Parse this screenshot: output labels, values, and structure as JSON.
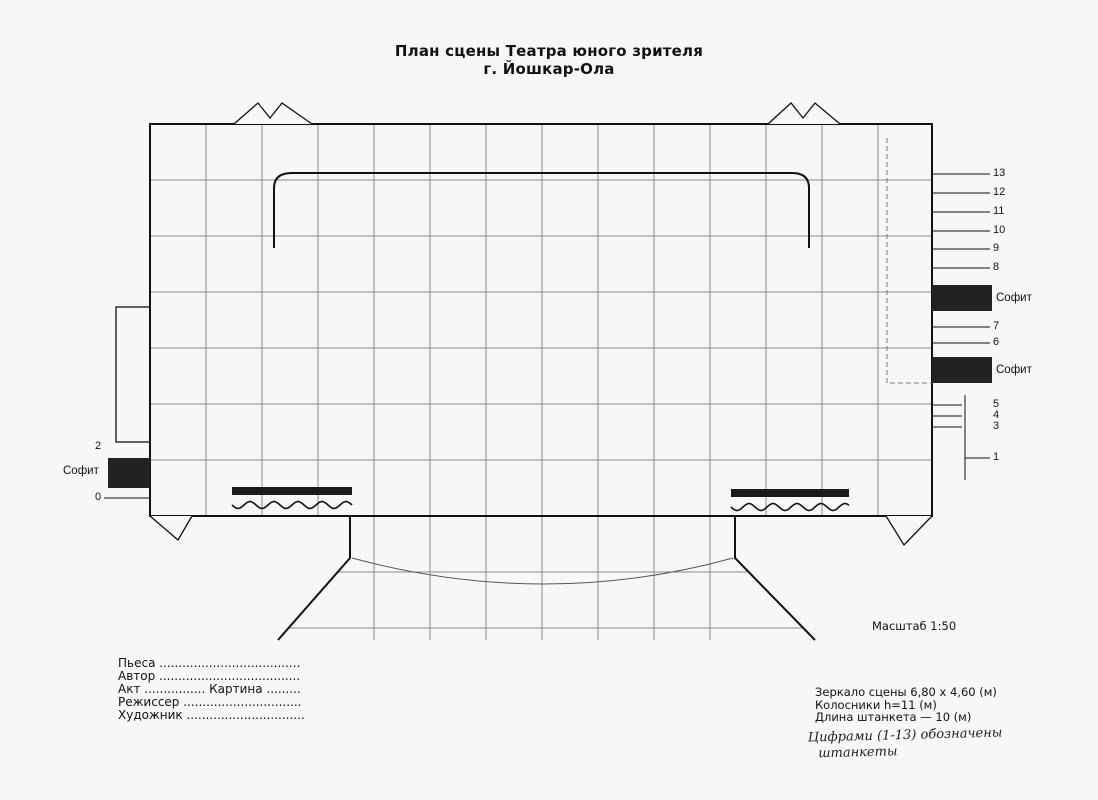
{
  "title": {
    "line1": "План сцены Театра юного зрителя",
    "line2": "г. Йошкар-Ола"
  },
  "scale_label": "Масштаб 1:50",
  "right_numbers": [
    "13",
    "12",
    "11",
    "10",
    "9",
    "8",
    "7",
    "6",
    "5",
    "4",
    "3",
    "1"
  ],
  "left_numbers": [
    "2",
    "0"
  ],
  "sofit_label": "Софит",
  "form_fields": [
    "Пьеса .....................................",
    "Автор .....................................",
    "Акт ................ Картина .........",
    "Режиссер ...............................",
    "Художник ..............................."
  ],
  "specs": [
    "Зеркало сцены 6,80 х 4,60 (м)",
    "Колосники h=11 (м)",
    "Длина штанкета — 10 (м)"
  ],
  "handwritten_note": [
    "Цифрами (1-13) обозначены",
    "штанкеты"
  ]
}
